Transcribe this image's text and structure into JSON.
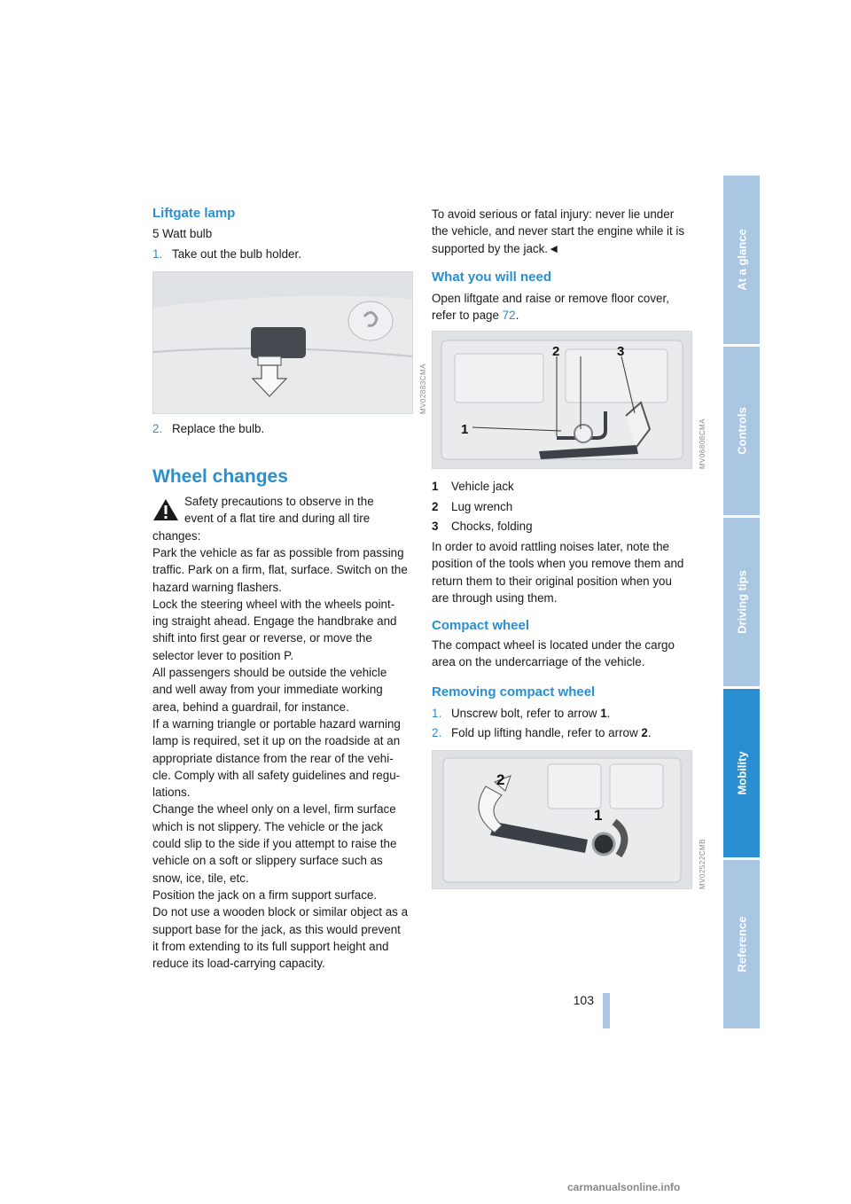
{
  "left": {
    "liftgate_title": "Liftgate lamp",
    "liftgate_bulb": "5 Watt bulb",
    "step1_num": "1.",
    "step1_text": "Take out the bulb holder.",
    "fig1_code": "MV02883CMA",
    "step2_num": "2.",
    "step2_text": "Replace the bulb.",
    "wheel_title": "Wheel changes",
    "warning_lines": [
      "Safety precautions to observe in the",
      "event of a flat tire and during all tire",
      "changes:",
      "Park the vehicle as far as possible from passing",
      "traffic. Park on a firm, flat, surface. Switch on the",
      "hazard warning flashers.",
      "Lock the steering wheel with the wheels point-",
      "ing straight ahead. Engage the handbrake and",
      "shift into first gear or reverse, or move the",
      "selector lever to position P.",
      "All passengers should be outside the vehicle",
      "and well away from your immediate working",
      "area, behind a guardrail, for instance.",
      "If a warning triangle or portable hazard warning",
      "lamp is required, set it up on the roadside at an",
      "appropriate distance from the rear of the vehi-",
      "cle. Comply with all safety guidelines and regu-",
      "lations.",
      "Change the wheel only on a level, firm surface",
      "which is not slippery. The vehicle or the jack",
      "could slip to the side if you attempt to raise the",
      "vehicle on a soft or slippery surface such as",
      "snow, ice, tile, etc.",
      "Position the jack on a firm support surface.",
      "Do not use a wooden block or similar object as a",
      "support base for the jack, as this would prevent",
      "it from extending to its full support height and",
      "reduce its load-carrying capacity."
    ]
  },
  "right": {
    "warn_cont_lines": [
      "To avoid serious or fatal injury: never lie under",
      "the vehicle, and never start the engine while it is",
      "supported by the jack.◄"
    ],
    "need_title": "What you will need",
    "need_line1": "Open liftgate and raise or remove floor cover,",
    "need_line2_prefix": "refer to page ",
    "need_page_ref": "72",
    "need_line2_suffix": ".",
    "fig2_code": "MV06808CMA",
    "fig2_labels": [
      "1",
      "2",
      "3"
    ],
    "legend": [
      {
        "num": "1",
        "text": "Vehicle jack"
      },
      {
        "num": "2",
        "text": "Lug wrench"
      },
      {
        "num": "3",
        "text": "Chocks, folding"
      }
    ],
    "rattle_lines": [
      "In order to avoid rattling noises later, note the",
      "position of the tools when you remove them and",
      "return them to their original position when you",
      "are through using them."
    ],
    "compact_title": "Compact wheel",
    "compact_lines": [
      "The compact wheel is located under the cargo",
      "area on the undercarriage of the vehicle."
    ],
    "removing_title": "Removing compact wheel",
    "rem_step1_num": "1.",
    "rem_step1_text": "Unscrew bolt, refer to arrow ",
    "rem_step1_bold": "1",
    "rem_step1_end": ".",
    "rem_step2_num": "2.",
    "rem_step2_text": "Fold up lifting handle, refer to arrow ",
    "rem_step2_bold": "2",
    "rem_step2_end": ".",
    "fig3_code": "MV02522CMB",
    "fig3_labels": [
      "2",
      "1"
    ]
  },
  "tabs": [
    "At a glance",
    "Controls",
    "Driving tips",
    "Mobility",
    "Reference"
  ],
  "active_tab": "Mobility",
  "page_number": "103",
  "footer": "carmanualsonline.info",
  "colors": {
    "accent": "#2a8fd0",
    "tab_inactive": "#a9c6e2"
  }
}
